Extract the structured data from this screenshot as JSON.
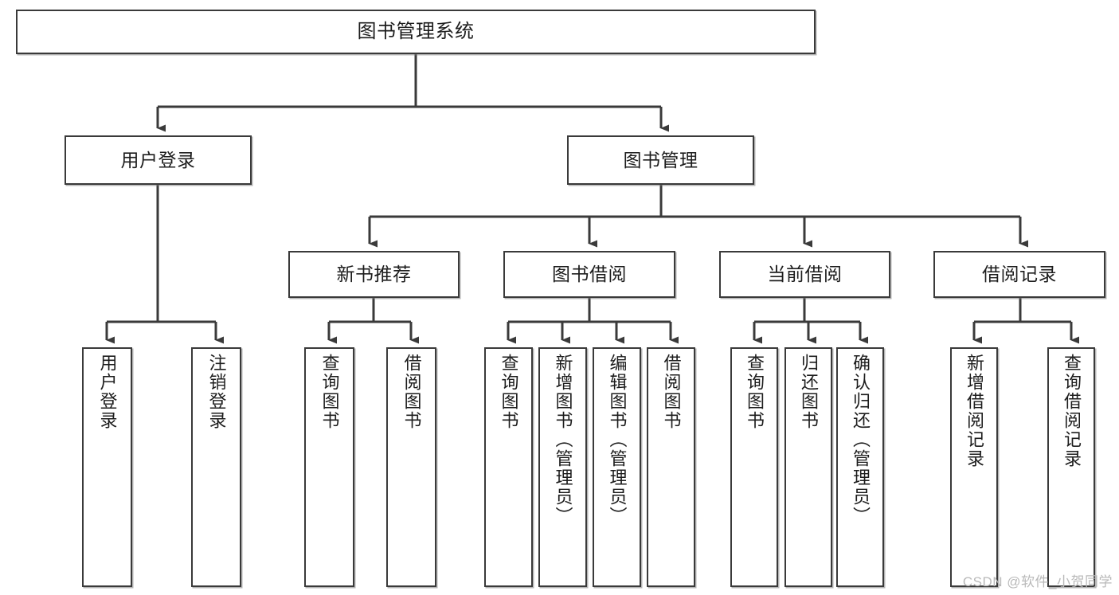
{
  "diagram": {
    "title": "图书管理系统",
    "type": "tree-hierarchy-diagram",
    "root": {
      "label": "图书管理系统"
    },
    "level2": [
      {
        "label": "用户登录"
      },
      {
        "label": "图书管理"
      }
    ],
    "level3": [
      {
        "label": "新书推荐"
      },
      {
        "label": "图书借阅"
      },
      {
        "label": "当前借阅"
      },
      {
        "label": "借阅记录"
      }
    ],
    "leaves": {
      "user_login": [
        {
          "label": "用户登录"
        },
        {
          "label": "注销登录"
        }
      ],
      "new_book_recommend": [
        {
          "label": "查询图书"
        },
        {
          "label": "借阅图书"
        }
      ],
      "book_borrow": [
        {
          "label": "查询图书"
        },
        {
          "label": "新增图书（管理员）"
        },
        {
          "label": "编辑图书（管理员）"
        },
        {
          "label": "借阅图书"
        }
      ],
      "current_borrow": [
        {
          "label": "查询图书"
        },
        {
          "label": "归还图书"
        },
        {
          "label": "确认归还（管理员）"
        }
      ],
      "borrow_record": [
        {
          "label": "新增借阅记录"
        },
        {
          "label": "查询借阅记录"
        }
      ]
    }
  },
  "watermark": {
    "text": "CSDN @软件_小贺同学"
  },
  "colors": {
    "box_border": "#3a3a3a",
    "connector": "#3a3a3a",
    "background": "#ffffff",
    "text": "#1d1d1d",
    "watermark": "#b9b9b9"
  }
}
